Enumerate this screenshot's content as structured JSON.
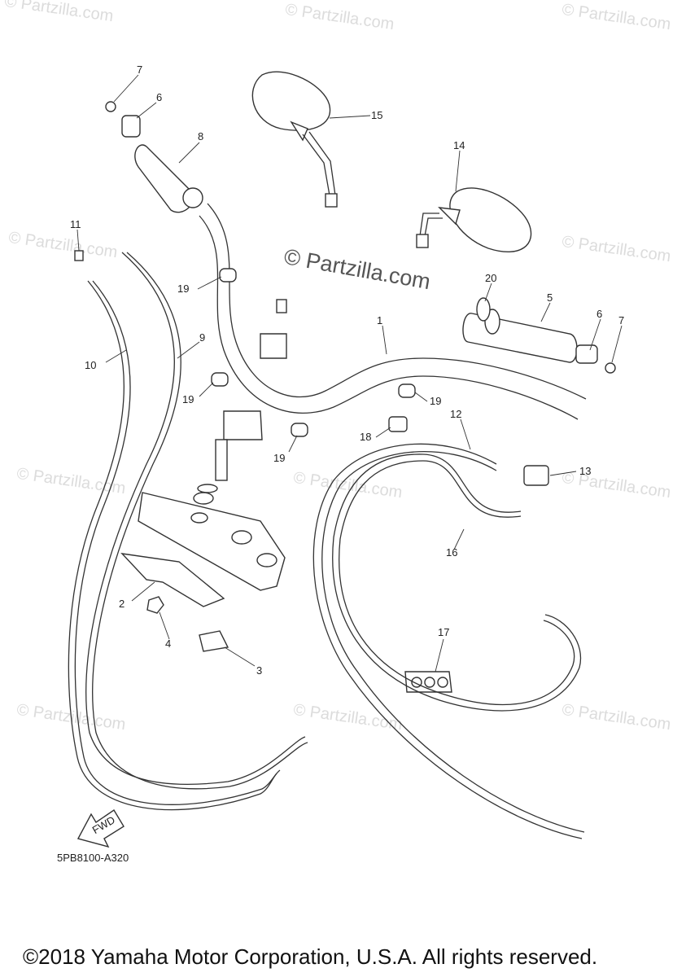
{
  "watermark": {
    "text": "© Partzilla.com"
  },
  "diagram_code": "5PB8100-A320",
  "fwd_label": "FWD",
  "copyright": "©2018 Yamaha Motor Corporation, U.S.A. All rights reserved.",
  "callouts": [
    {
      "id": "c1",
      "label": "1"
    },
    {
      "id": "c2",
      "label": "2"
    },
    {
      "id": "c3",
      "label": "3"
    },
    {
      "id": "c4",
      "label": "4"
    },
    {
      "id": "c5",
      "label": "5"
    },
    {
      "id": "c6a",
      "label": "6"
    },
    {
      "id": "c6b",
      "label": "6"
    },
    {
      "id": "c7a",
      "label": "7"
    },
    {
      "id": "c7b",
      "label": "7"
    },
    {
      "id": "c8",
      "label": "8"
    },
    {
      "id": "c9",
      "label": "9"
    },
    {
      "id": "c10",
      "label": "10"
    },
    {
      "id": "c11",
      "label": "11"
    },
    {
      "id": "c12",
      "label": "12"
    },
    {
      "id": "c13",
      "label": "13"
    },
    {
      "id": "c14",
      "label": "14"
    },
    {
      "id": "c15",
      "label": "15"
    },
    {
      "id": "c16",
      "label": "16"
    },
    {
      "id": "c17",
      "label": "17"
    },
    {
      "id": "c18",
      "label": "18"
    },
    {
      "id": "c19a",
      "label": "19"
    },
    {
      "id": "c19b",
      "label": "19"
    },
    {
      "id": "c19c",
      "label": "19"
    },
    {
      "id": "c19d",
      "label": "19"
    },
    {
      "id": "c20",
      "label": "20"
    }
  ]
}
